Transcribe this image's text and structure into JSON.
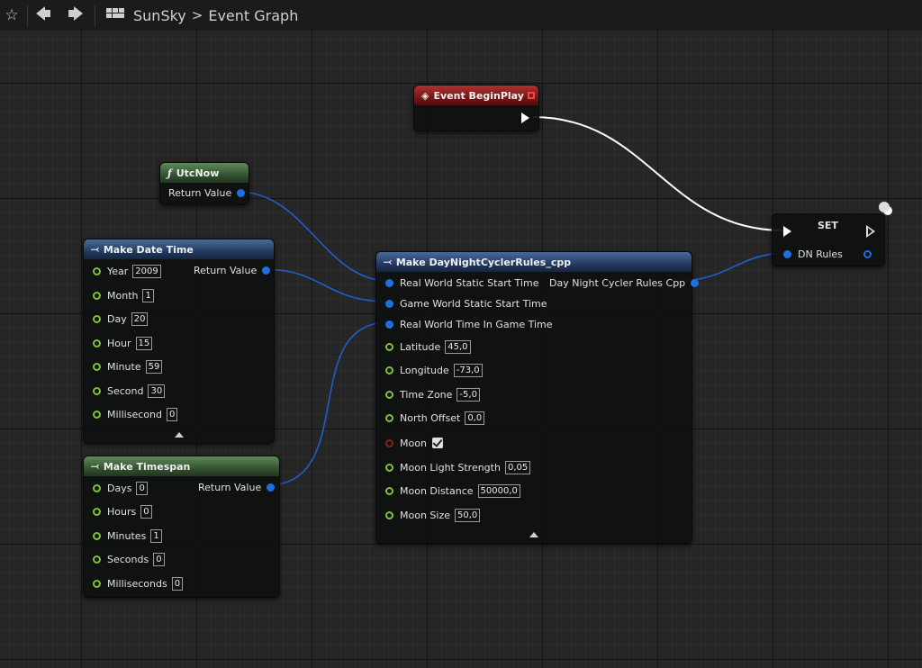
{
  "toolbar": {
    "breadcrumb": {
      "asset": "SunSky",
      "separator": ">",
      "graph": "Event Graph"
    },
    "icons": {
      "favorite": "star-icon",
      "back": "arrow-left-icon",
      "forward": "arrow-right-icon",
      "graph": "blueprint-grid-icon"
    }
  },
  "nodes": {
    "event_beginplay": {
      "title": "Event BeginPlay"
    },
    "utcnow": {
      "title": "UtcNow",
      "return_value": "Return Value"
    },
    "make_date_time": {
      "title": "Make Date Time",
      "return_value": "Return Value",
      "inputs": [
        {
          "label": "Year",
          "value": "2009"
        },
        {
          "label": "Month",
          "value": "1"
        },
        {
          "label": "Day",
          "value": "20"
        },
        {
          "label": "Hour",
          "value": "15"
        },
        {
          "label": "Minute",
          "value": "59"
        },
        {
          "label": "Second",
          "value": "30"
        },
        {
          "label": "Millisecond",
          "value": "0"
        }
      ]
    },
    "make_timespan": {
      "title": "Make Timespan",
      "return_value": "Return Value",
      "inputs": [
        {
          "label": "Days",
          "value": "0"
        },
        {
          "label": "Hours",
          "value": "0"
        },
        {
          "label": "Minutes",
          "value": "1"
        },
        {
          "label": "Seconds",
          "value": "0"
        },
        {
          "label": "Milliseconds",
          "value": "0"
        }
      ]
    },
    "make_rules": {
      "title": "Make DayNightCyclerRules_cpp",
      "output": "Day Night Cycler Rules Cpp",
      "struct_inputs": [
        "Real World Static Start Time",
        "Game World Static Start Time",
        "Real World Time In Game Time"
      ],
      "float_inputs": [
        {
          "label": "Latitude",
          "value": "45,0"
        },
        {
          "label": "Longitude",
          "value": "-73,0"
        },
        {
          "label": "Time Zone",
          "value": "-5,0"
        },
        {
          "label": "North Offset",
          "value": "0,0"
        }
      ],
      "moon": {
        "label": "Moon",
        "checked": true
      },
      "moon_inputs": [
        {
          "label": "Moon Light Strength",
          "value": "0,05"
        },
        {
          "label": "Moon Distance",
          "value": "50000,0"
        },
        {
          "label": "Moon Size",
          "value": "50,0"
        }
      ]
    },
    "set": {
      "title": "SET",
      "input": "DN Rules"
    }
  },
  "colors": {
    "struct_pin": "#1f6fe0",
    "float_pin": "#7fc23a",
    "bool_pin": "#8a1d1d",
    "exec_wire": "#ffffff"
  }
}
